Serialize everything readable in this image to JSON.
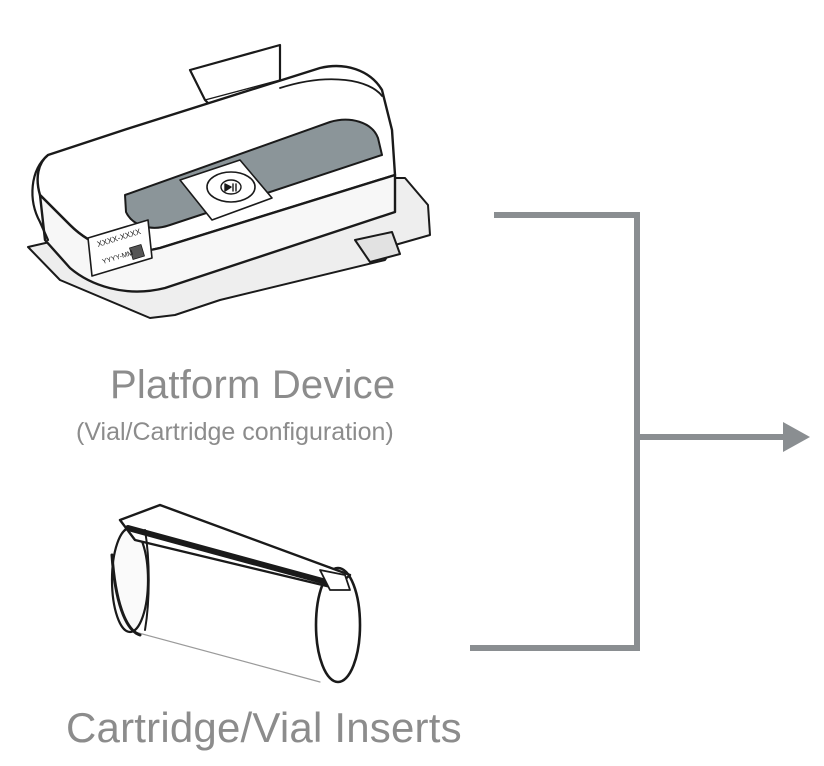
{
  "platform_device": {
    "title": "Platform Device",
    "subtitle": "(Vial/Cartridge configuration)",
    "label_line1": "XXXX-XXXX",
    "label_line2": "YYYY-MM"
  },
  "inserts": {
    "title": "Cartridge/Vial Inserts"
  },
  "connector": {
    "color": "#8a8e91"
  },
  "device_colors": {
    "panel": "#8b9599",
    "outline": "#1a1a1a",
    "base": "#e6e6e6"
  }
}
